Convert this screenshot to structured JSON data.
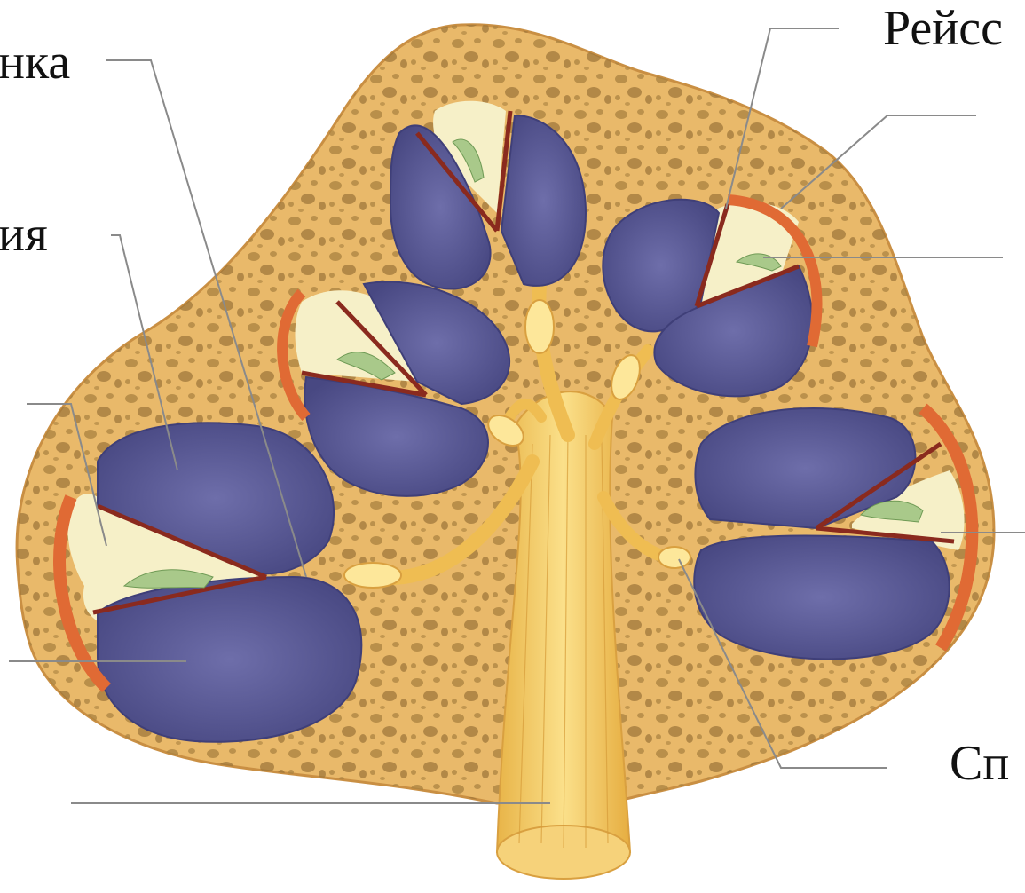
{
  "labels": {
    "tl": "нка",
    "ml": "ия",
    "tr": "Рейсс",
    "br": "Сп"
  },
  "colors": {
    "bone": "#e9b96a",
    "bone_dark": "#c98f43",
    "pore": "#a9813f",
    "duct_fill": "#5c5c9a",
    "duct_dark": "#3f3f78",
    "stria": "#e06a34",
    "membrane": "#8a2a1e",
    "endolymph": "#f6f0c8",
    "organ": "#a9c98a",
    "nerve": "#f2c95a",
    "nerve_light": "#fde79a",
    "leader": "#8a8a8a"
  },
  "icons": {
    "cochlea": "cochlea-cross-section-illustration"
  }
}
